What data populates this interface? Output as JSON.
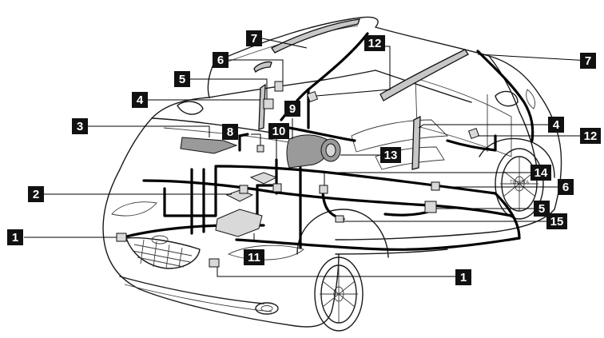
{
  "labels": [
    {
      "id": "1a",
      "text": "1"
    },
    {
      "id": "1b",
      "text": "1"
    },
    {
      "id": "2",
      "text": "2"
    },
    {
      "id": "3",
      "text": "3"
    },
    {
      "id": "4a",
      "text": "4"
    },
    {
      "id": "4b",
      "text": "4"
    },
    {
      "id": "5a",
      "text": "5"
    },
    {
      "id": "5b",
      "text": "5"
    },
    {
      "id": "6a",
      "text": "6"
    },
    {
      "id": "6b",
      "text": "6"
    },
    {
      "id": "7a",
      "text": "7"
    },
    {
      "id": "7b",
      "text": "7"
    },
    {
      "id": "8",
      "text": "8"
    },
    {
      "id": "9",
      "text": "9"
    },
    {
      "id": "10",
      "text": "10"
    },
    {
      "id": "11",
      "text": "11"
    },
    {
      "id": "12a",
      "text": "12"
    },
    {
      "id": "12b",
      "text": "12"
    },
    {
      "id": "13",
      "text": "13"
    },
    {
      "id": "14",
      "text": "14"
    },
    {
      "id": "15",
      "text": "15"
    }
  ],
  "wheel_text": "TOYOTA"
}
